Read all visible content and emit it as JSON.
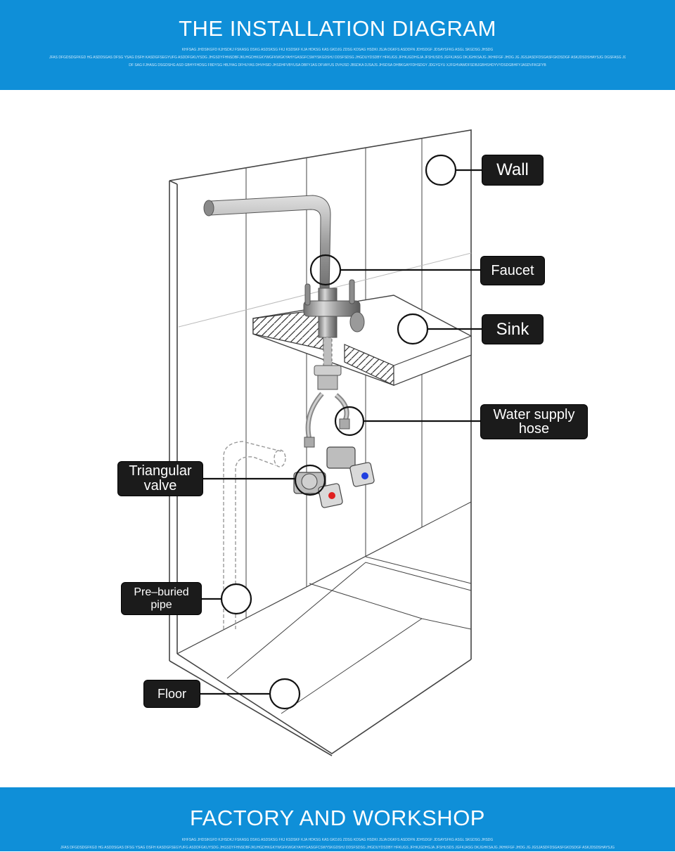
{
  "header": {
    "title": "THE INSTALLATION DIAGRAM",
    "fine_line_1": "KHFSAG JHDSIKGFD KJHSDKJ FSKASG DSKG ASDSKSG FKJ KSDSKF KJA HDKSG KAS GKDJG ZDSG KDSAG HSDKI JSJA DGKFS ASDDFN JDHSDGF JDSAYSFKG ASGL SKGDSG JHSDG",
    "fine_line_2": "JFAS DFGDSDGFKGD HG ASDDSGAS DFSG YSAG DSFH KASDGFSEGYUFG ASDDFGKUYSDG JHGSDYFHNSDBFJKUHGDHKGKYWGFKWGKYAHYGASGFCSWYSKGDSHJ DDSFSDSG JHGDUYDSDBY HFKUGS JFHKJGDHGJA JFSHUSDS JGFKJASG DKJGHKSAJG JKHKFGF JHDG JG JGSJASDFDSGASFGKDSDGF ASKJDSDSHAYSJG DGSFASG JG",
    "fine_line_3": "DF SAG FJHASG  DSGDSHG ASD GBHYFHDSG FBDYSG HBJYAG DFHUYAS DHVHSID JHSDHFVBYUSA DBFYJAS DFVAYUS DVHJSD JBSDKA DJSAJS JHSDSA DHBKGAYFDHSDGY JDGYGYU XJFGHVAWDFSDBJGBHSHDYVYDSDGBHFYJASDVFKGFYB"
  },
  "labels": {
    "wall": "Wall",
    "faucet": "Faucet",
    "sink": "Sink",
    "water_supply_hose_line1": "Water supply",
    "water_supply_hose_line2": "hose",
    "triangular_valve_line1": "Triangular",
    "triangular_valve_line2": "valve",
    "pre_buried_pipe_line1": "Pre–buried",
    "pre_buried_pipe_line2": "pipe",
    "floor": "Floor"
  },
  "footer": {
    "title": "FACTORY AND WORKSHOP",
    "fine_line_1": "KHFSAG JHDSIKGFD KJHSDKJ FSKASG DSKG ASDSKSG FKJ KSDSKF KJA HDKSG KAS GKDJG ZDSG KDSAG HSDKI JSJA DGKFS ASDDFN JDHSDGF JDSAYSFKG ASGL SKGDSG JHSDG",
    "fine_line_2": "JFAS DFGDSDGFKGD HG ASDDSGAS DFSG YSAG DSFH KASDGFSEGYUFG ASDDFGKUYSDG JHGSDYFHNSDBFJKUHGDHKGKYWGFKWGKYAHYGASGFCSWYSKGDSHJ DDSFSDSG JHGDUYDSDBY HFKUGS JFHKJGDHGJA JFSHUSDS JGFKJASG DKJGHKSAJG JKHKFGF JHDG JG JGSJASDFDSGASFGKDSDGF ASKJDSDSHAYSJG"
  },
  "colors": {
    "banner": "#0f8fd8",
    "label_bg": "#1b1b1b",
    "hot_valve": "#e02020",
    "cold_valve": "#2040e0"
  }
}
